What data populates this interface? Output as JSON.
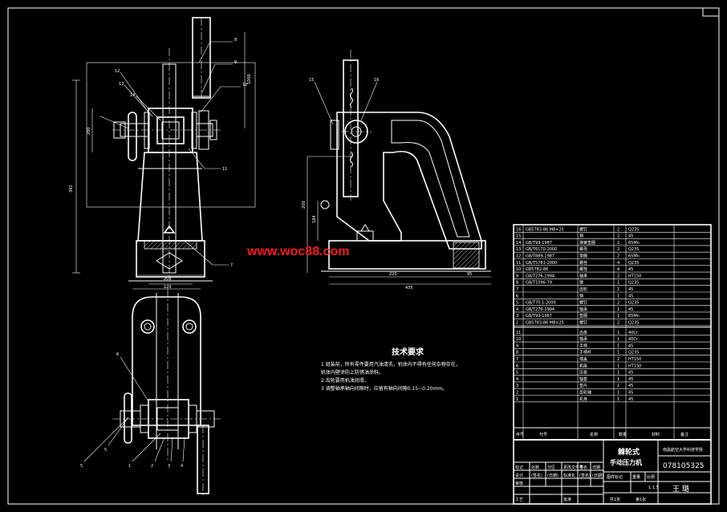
{
  "colors": {
    "background": "#000000",
    "line": "#ffffff",
    "watermark": "#ff1a1a",
    "accent": "#ffff00"
  },
  "watermark": "www.woc88.com",
  "balloons": {
    "front": [
      "8",
      "9",
      "10",
      "11",
      "7",
      "12",
      "13",
      "14"
    ],
    "bottom": [
      "6",
      "5",
      "1",
      "2",
      "3",
      "4"
    ],
    "side": [
      "15",
      "16"
    ]
  },
  "dimensions": {
    "front": {
      "height_total": "392",
      "height_upper": "280",
      "length_bar": "1000",
      "width_base": "208",
      "width_top": "120"
    },
    "side": {
      "height": "200",
      "height_small": "184",
      "width_a": "220",
      "width_b": "95",
      "width_total": "435"
    }
  },
  "tech_req": {
    "title": "技术要求",
    "lines": [
      "1 组装前，所有零件要用汽油清洗，机体内不得有任何杂物存在，",
      "机体内壁涂防上防锈油涂料。",
      "2 齿轮要用机油润滑。",
      "3 调整轴承轴向间隙时，应留有轴向间隙0.15~0.20mm。"
    ]
  },
  "bom": {
    "rows_upper": [
      [
        "16",
        "GB5783-86 M8×25",
        "螺钉",
        "2",
        "Q235",
        ""
      ],
      [
        "15",
        "",
        "销",
        "2",
        "45",
        ""
      ],
      [
        "14",
        "GB/T93-1987",
        "弹簧垫圈",
        "2",
        "65Mn",
        ""
      ],
      [
        "13",
        "GB/T6170-2000",
        "螺母",
        "2",
        "Q235",
        ""
      ],
      [
        "12",
        "GB/T889-1987",
        "垫圈",
        "2",
        "65Mn",
        ""
      ],
      [
        "11",
        "GB/T5781-2000",
        "螺栓",
        "4",
        "Q235",
        ""
      ],
      [
        "10",
        "GB5782-86",
        "螺栓",
        "4",
        "45",
        ""
      ],
      [
        "9",
        "GB/T276-1994",
        "轴承",
        "2",
        "HT150",
        ""
      ],
      [
        "8",
        "GB/T1096-79",
        "键",
        "1",
        "Q235",
        ""
      ],
      [
        "7",
        "",
        "齿轮",
        "1",
        "45",
        ""
      ],
      [
        "6",
        "",
        "销",
        "1",
        "45",
        ""
      ],
      [
        "5",
        "GB/T70.1-2000",
        "螺钉",
        "2",
        "Q235",
        ""
      ],
      [
        "4",
        "GB/T276-1994",
        "轴承",
        "1",
        "45",
        ""
      ],
      [
        "3",
        "GB/T93-1987",
        "垫圈",
        "1",
        "65Mn",
        ""
      ],
      [
        "2",
        "GB5783-86 M8×25",
        "螺钉",
        "2",
        "Q235",
        ""
      ]
    ],
    "rows_lower": [
      [
        "11",
        "",
        "齿条",
        "1",
        "40Cr",
        ""
      ],
      [
        "10",
        "",
        "轴承",
        "1",
        "40Cr",
        ""
      ],
      [
        "9",
        "",
        "手柄",
        "1",
        "45",
        ""
      ],
      [
        "8",
        "",
        "手柄杆",
        "1",
        "Q235",
        ""
      ],
      [
        "7",
        "",
        "端盖",
        "2",
        "HT150",
        ""
      ],
      [
        "6",
        "",
        "机座",
        "1",
        "HT150",
        ""
      ],
      [
        "5",
        "",
        "压板",
        "1",
        "45",
        ""
      ],
      [
        "4",
        "",
        "轴套",
        "1",
        "45",
        ""
      ],
      [
        "3",
        "",
        "垫片",
        "1",
        "45",
        ""
      ],
      [
        "2",
        "",
        "齿轮轴",
        "1",
        "45",
        ""
      ],
      [
        "1",
        "",
        "机身",
        "1",
        "45",
        ""
      ]
    ],
    "header": {
      "seq": "序号",
      "code": "代号",
      "name": "名称",
      "qty": "数量",
      "material": "材料",
      "note": "备注"
    }
  },
  "title_block": {
    "product": "棘轮式",
    "product2": "手动压力机",
    "school": "南昌航空大学科技学院",
    "drawing_no": "078105325",
    "designer": "王 璐",
    "scale": "1:1.5",
    "sheet_total": "共1张",
    "sheet_no": "第1张",
    "row1": [
      "标记",
      "处数",
      "分区",
      "更改文件号",
      "签名",
      "日期"
    ],
    "row2": [
      "设计",
      "(签名)",
      "(日期)",
      "标准化",
      "(签名)",
      "(日期)"
    ],
    "row3": [
      "审核",
      "",
      "",
      "",
      "",
      ""
    ],
    "row4": [
      "工艺",
      "",
      "",
      "批准",
      "",
      ""
    ],
    "labels": [
      "图样标记",
      "重量",
      "比例"
    ]
  }
}
